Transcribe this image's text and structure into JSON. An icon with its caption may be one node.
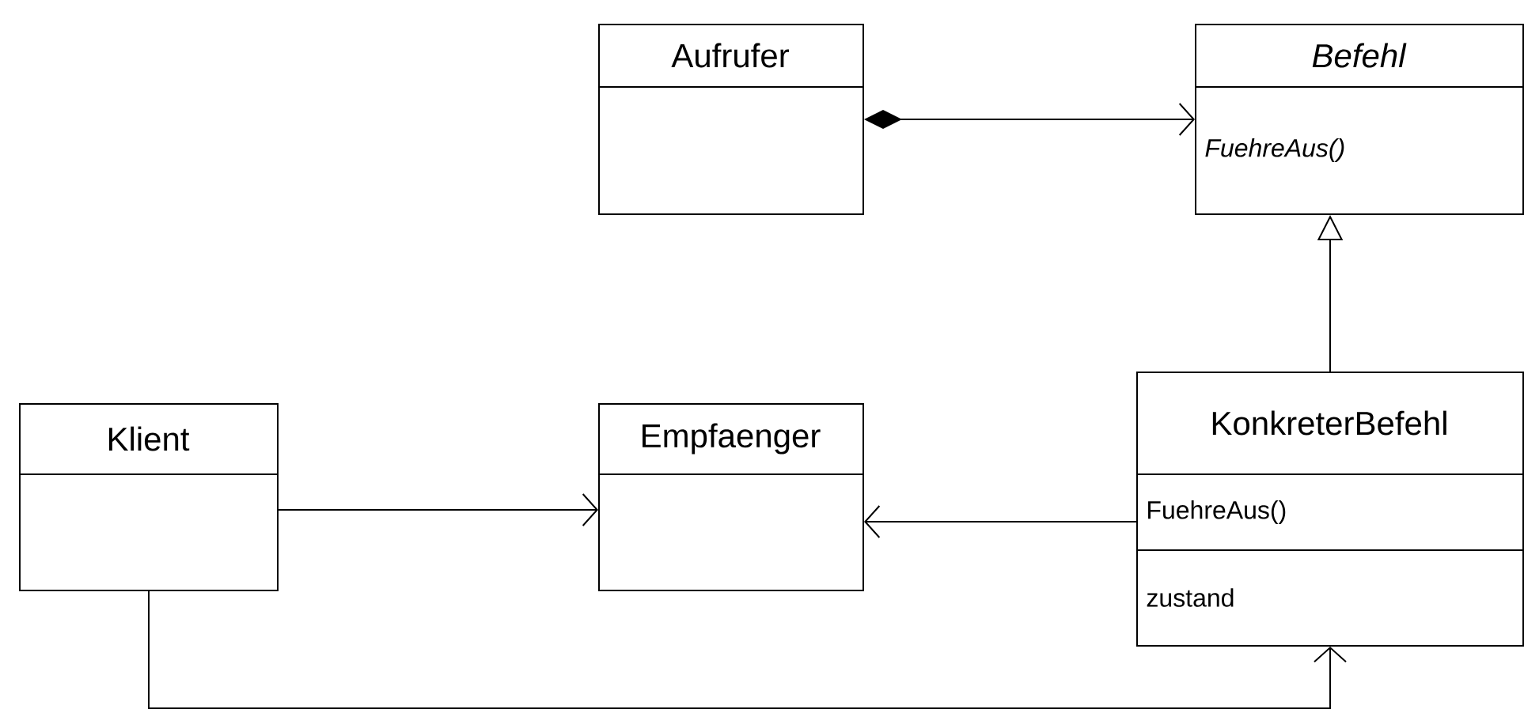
{
  "diagram": {
    "nodes": [
      {
        "text": [
          "Aufrufer"
        ]
      },
      {
        "text": [
          "Befehl",
          "FuehreAus()"
        ]
      },
      {
        "text": [
          "Klient"
        ]
      },
      {
        "text": [
          "Empfaenger"
        ]
      },
      {
        "text": [
          "KonkreterBefehl",
          "FuehreAus()",
          "zustand"
        ]
      }
    ],
    "edges": [
      {
        "from": 0,
        "to": 1,
        "arrow": "to"
      },
      {
        "from": 4,
        "to": 1,
        "arrow": "to"
      },
      {
        "from": 2,
        "to": 3,
        "arrow": "to"
      },
      {
        "from": 4,
        "to": 3,
        "arrow": "to"
      },
      {
        "from": 2,
        "to": 4,
        "arrow": "to"
      }
    ]
  }
}
